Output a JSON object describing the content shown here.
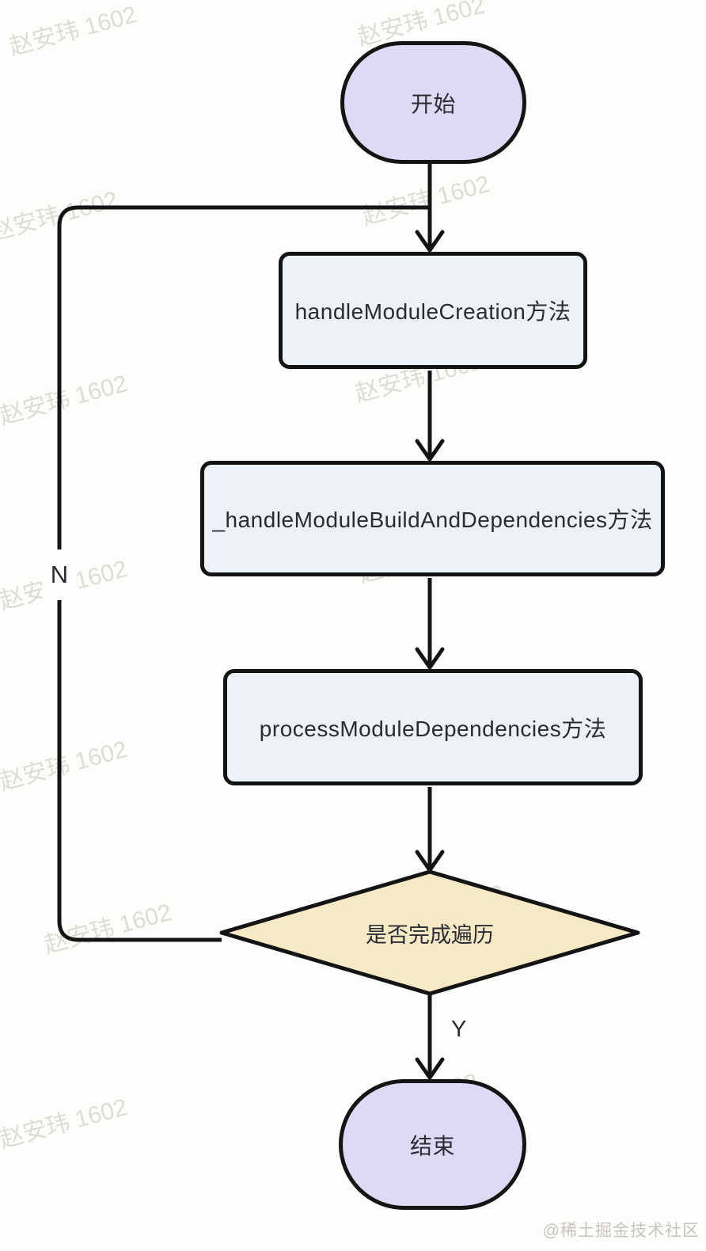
{
  "page": {
    "background": "#fdfdfb",
    "credit": "@稀土掘金技术社区"
  },
  "watermark": {
    "text": "赵安玮 1602"
  },
  "flowchart": {
    "nodes": {
      "start": {
        "label": "开始",
        "shape": "stadium"
      },
      "step1": {
        "label": "handleModuleCreation方法",
        "shape": "process"
      },
      "step2": {
        "label": "_handleModuleBuildAndDependencies方法",
        "shape": "process"
      },
      "step3": {
        "label": "processModuleDependencies方法",
        "shape": "process"
      },
      "decision": {
        "label": "是否完成遍历",
        "shape": "decision"
      },
      "end": {
        "label": "结束",
        "shape": "stadium"
      }
    },
    "edge_labels": {
      "yes": "Y",
      "no": "N"
    },
    "colors": {
      "stadium_fill": "#ded9f5",
      "process_fill": "#edf1f8",
      "decision_fill": "#f6e9c6",
      "border": "#141414",
      "text": "#2b2b33",
      "watermark": "#aca59c"
    }
  }
}
